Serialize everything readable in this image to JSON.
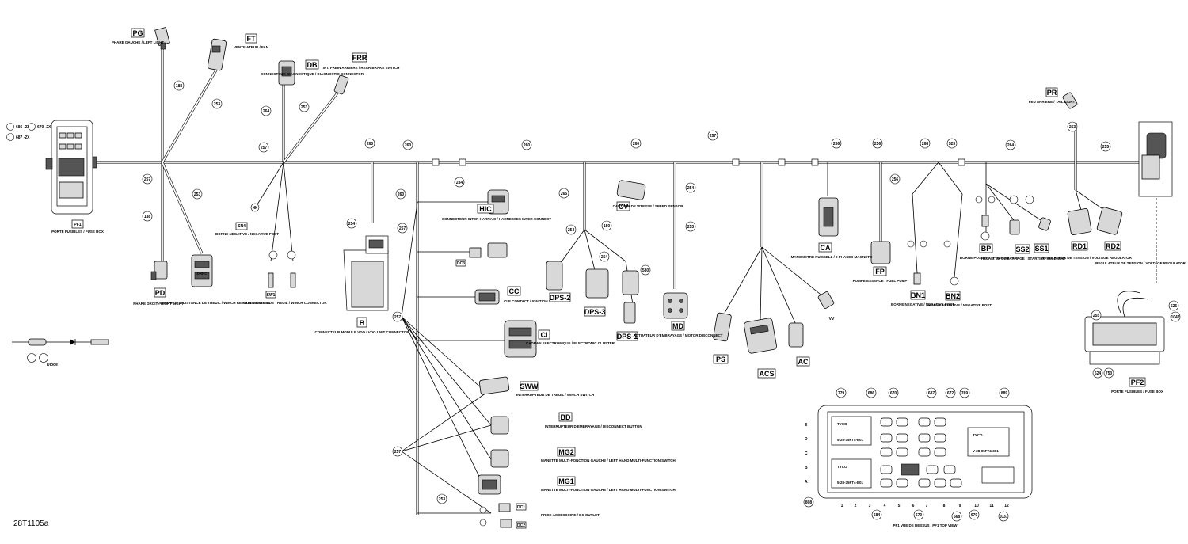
{
  "figure_id": "28T1105a",
  "diode_label": "Diode",
  "fuse_box_top": {
    "codes": [
      "686 -2X",
      "670 -2X",
      "687 -2X"
    ]
  },
  "trunk_wires": [
    "257",
    "260",
    "260",
    "260",
    "260",
    "257",
    "256",
    "256",
    "268",
    "525",
    "264",
    "255"
  ],
  "branch_wires": [
    "188",
    "253",
    "257",
    "253",
    "188",
    "253",
    "264",
    "253",
    "254",
    "260",
    "257",
    "234",
    "265",
    "254",
    "180",
    "254",
    "580",
    "253",
    "254",
    "256",
    "257",
    "253",
    "255",
    "525",
    "1042",
    "624",
    "750",
    "253"
  ],
  "connectors": [
    {
      "code": "PG",
      "desc": "PHARE GAUCHE / LEFT LIGHT"
    },
    {
      "code": "FT",
      "desc": "VENTILATEUR / FAN"
    },
    {
      "code": "DB",
      "desc": "CONNECTEUR DIAGNOSTIQUE / DIAGNOSTIC CONNECTOR"
    },
    {
      "code": "FRR",
      "desc": "INT. FREIN ARRIERE / REAR BRAKE SWITCH"
    },
    {
      "code": "PF1",
      "desc": "PORTE FUSIBLES / FUSE BOX"
    },
    {
      "code": "SN4",
      "desc": "BORNE NEGATIVE / NEGATIVE POST"
    },
    {
      "code": "PD",
      "desc": "PHARE DROIT / RIGHT LIGHT"
    },
    {
      "code": "DRRC",
      "desc": "COMMANDE A DISTANCE DE TREUIL / WINCH REMOTE CONTROL"
    },
    {
      "code": "SW1",
      "desc": "CONTACTEUR DE TREUIL / WINCH CONNECTOR"
    },
    {
      "code": "B",
      "desc": "CONNECTEUR MODULE VDO / VDO UNIT CONNECTOR"
    },
    {
      "code": "HIC",
      "desc": "CONNECTEUR INTER HARNAIS / HARNESSES INTER CONNECT"
    },
    {
      "code": "DC3",
      "desc": ""
    },
    {
      "code": "CC",
      "desc": "CLE CONTACT / IGNITION SWITCH"
    },
    {
      "code": "CI",
      "desc": "CADRAN ELECTRONIQUE / ELECTRONIC CLUSTER"
    },
    {
      "code": "SWW",
      "desc": "INTERRUPTEUR DE TREUIL / WINCH SWITCH"
    },
    {
      "code": "BD",
      "desc": "INTERRUPTEUR D'EMBRAYAGE / DISCONNECT BUTTON"
    },
    {
      "code": "MG2",
      "desc": "MANETTE MULTI-FONCTION GAUCHE / LEFT HAND MULTI-FUNCTION SWITCH"
    },
    {
      "code": "MG1",
      "desc": "MANETTE MULTI-FONCTION GAUCHE / LEFT HAND MULTI-FUNCTION SWITCH"
    },
    {
      "code": "DC1",
      "desc": "PRISE ACCESSOIRE / DC OUTLET"
    },
    {
      "code": "DC2",
      "desc": ""
    },
    {
      "code": "DPS-2",
      "desc": ""
    },
    {
      "code": "DPS-3",
      "desc": ""
    },
    {
      "code": "DPS-1",
      "desc": ""
    },
    {
      "code": "CV",
      "desc": "CAPTEUR DE VITESSE / SPEED SENSOR"
    },
    {
      "code": "MD",
      "desc": "ACTUATEUR D'EMBRAYAGE / MOTOR DISCONNECT"
    },
    {
      "code": "PS",
      "desc": ""
    },
    {
      "code": "ACS",
      "desc": ""
    },
    {
      "code": "AC",
      "desc": ""
    },
    {
      "code": "VV",
      "desc": ""
    },
    {
      "code": "CA",
      "desc": "MANOMETRE PUISSELL / 2 PHASES MAGNETO"
    },
    {
      "code": "FP",
      "desc": "POMPE ESSENCE / FUEL PUMP"
    },
    {
      "code": "BN1",
      "desc": "BORNE NEGATIVE / NEGATIVE POST"
    },
    {
      "code": "BN2",
      "desc": "BORNE NEGATIVE / NEGATIVE POST"
    },
    {
      "code": "BP",
      "desc": "BORNE POSITIVE / POSITIVE POST"
    },
    {
      "code": "SS2",
      "desc": "RELAIS DE DEMARRAGE / STARTING SOLENOID"
    },
    {
      "code": "SS1",
      "desc": ""
    },
    {
      "code": "PR",
      "desc": "FEU ARRIERE / TAIL LIGHT"
    },
    {
      "code": "RD1",
      "desc": "REGULATEUR DE TENSION / VOLTAGE REGULATOR"
    },
    {
      "code": "RD2",
      "desc": "REGULATEUR DE TENSION / VOLTAGE REGULATOR"
    },
    {
      "code": "PF2",
      "desc": "PORTE FUSIBLES / FUSE BOX"
    }
  ],
  "pf1_top_view": {
    "caption": "PF1 VUE DE DESSUS / PF1 TOP VIEW",
    "row_letters": [
      "E",
      "D",
      "C",
      "B",
      "A"
    ],
    "col_numbers": [
      "1",
      "2",
      "3",
      "4",
      "5",
      "6",
      "7",
      "8",
      "9",
      "10",
      "11",
      "12"
    ],
    "top_callouts": [
      "779",
      "686",
      "670",
      "687",
      "672",
      "769",
      "889"
    ],
    "bottom_callouts": [
      "808",
      "684",
      "670",
      "668",
      "670",
      "1037"
    ],
    "relay_labels": [
      "5-28-35FT4-E01",
      "5-28-35FT4-E01",
      "V-28-05FT4-301"
    ],
    "relay_tags": [
      "TYCO",
      "TYCO",
      "TYCO"
    ]
  },
  "colors": {
    "ink": "#000000",
    "paper": "#ffffff",
    "connector_fill": "#d8d8d8"
  }
}
